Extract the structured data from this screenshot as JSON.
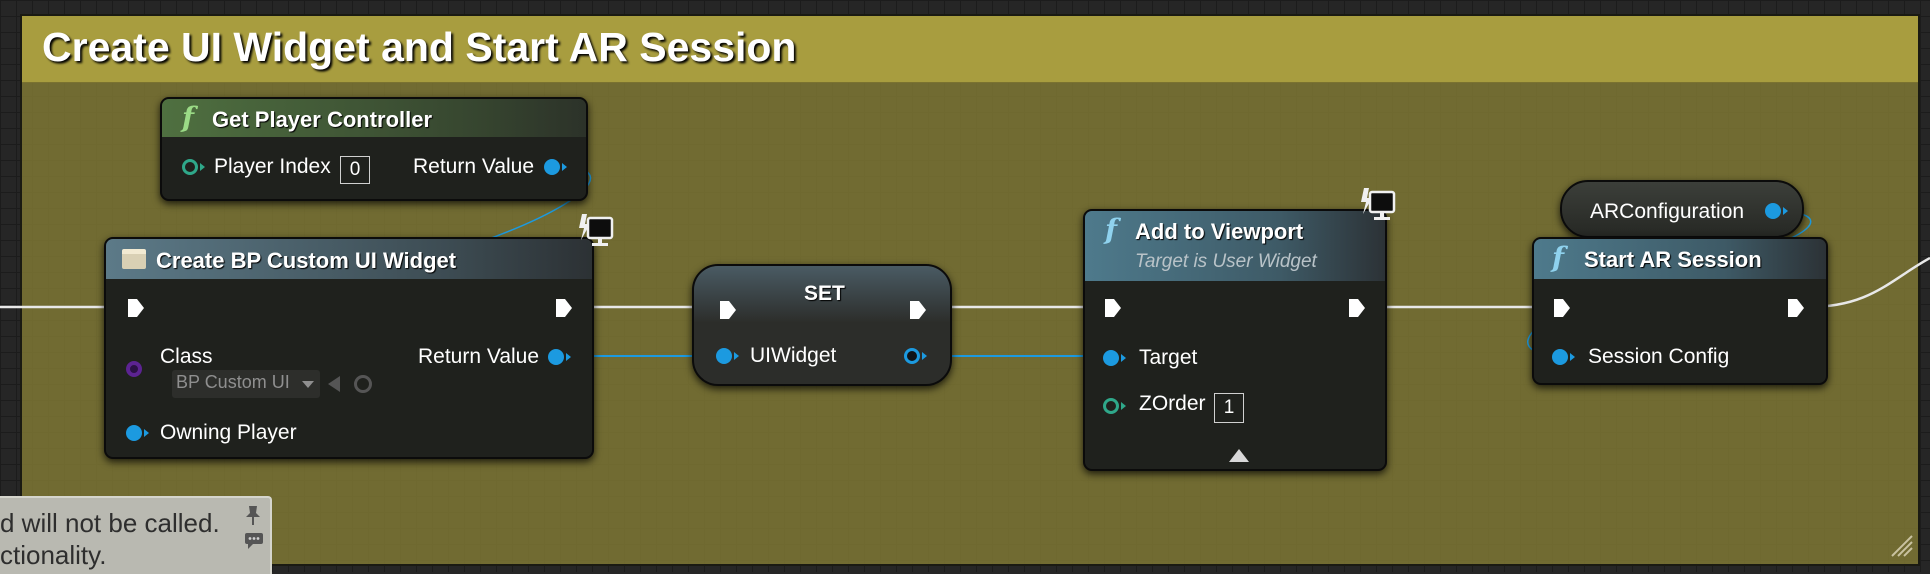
{
  "comment": {
    "title": "Create UI Widget and Start AR Session"
  },
  "nodes": {
    "get_player_controller": {
      "func_symbol": "f",
      "title": "Get Player Controller",
      "pins": {
        "player_index": "Player Index",
        "player_index_value": "0",
        "return_value": "Return Value"
      }
    },
    "create_widget": {
      "title": "Create BP Custom UI Widget",
      "pins": {
        "class": "Class",
        "class_value": "BP Custom UI",
        "return_value": "Return Value",
        "owning_player": "Owning Player"
      }
    },
    "set_node": {
      "title": "SET",
      "pins": {
        "uiwidget": "UIWidget"
      }
    },
    "add_to_viewport": {
      "func_symbol": "f",
      "title": "Add to Viewport",
      "subtitle": "Target is User Widget",
      "pins": {
        "target": "Target",
        "zorder": "ZOrder",
        "zorder_value": "1"
      }
    },
    "arconfiguration": {
      "label": "ARConfiguration"
    },
    "start_ar_session": {
      "func_symbol": "f",
      "title": "Start AR Session",
      "pins": {
        "session_config": "Session Config"
      }
    }
  },
  "tooltip": {
    "line1": "d will not be called.",
    "line2": "ctionality."
  },
  "colors": {
    "comment_header": "#a89d3f",
    "comment_body": "#847d36",
    "pin_object": "#1c9ae0",
    "pin_int": "#2fa88a",
    "pin_class": "#5c2392",
    "exec": "#ffffff",
    "function_header": "#4e7a8c",
    "pure_header": "#5f7d54"
  },
  "icons": [
    "function-icon",
    "exec-pin-icon",
    "monitor-icon",
    "pin-icon",
    "widget-class-icon",
    "search-icon",
    "browse-arrow-icon",
    "collapse-arrow-icon",
    "resize-grip-icon",
    "speech-bubble-icon"
  ]
}
